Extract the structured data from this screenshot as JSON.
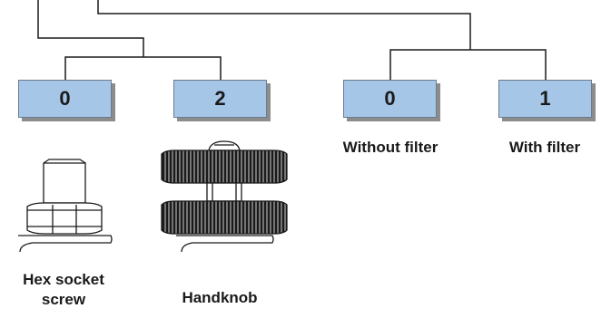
{
  "codes": {
    "fixing": [
      {
        "value": "0",
        "caption": "Hex socket screw"
      },
      {
        "value": "2",
        "caption": "Handknob"
      }
    ],
    "filter": [
      {
        "value": "0",
        "caption": "Without filter"
      },
      {
        "value": "1",
        "caption": "With filter"
      }
    ]
  },
  "colors": {
    "box_fill": "#a6c6e8",
    "box_shadow": "#8c8c8c",
    "line": "#1a1a1a"
  },
  "icons": [
    "hex-socket-screw-icon",
    "handknob-icon"
  ]
}
